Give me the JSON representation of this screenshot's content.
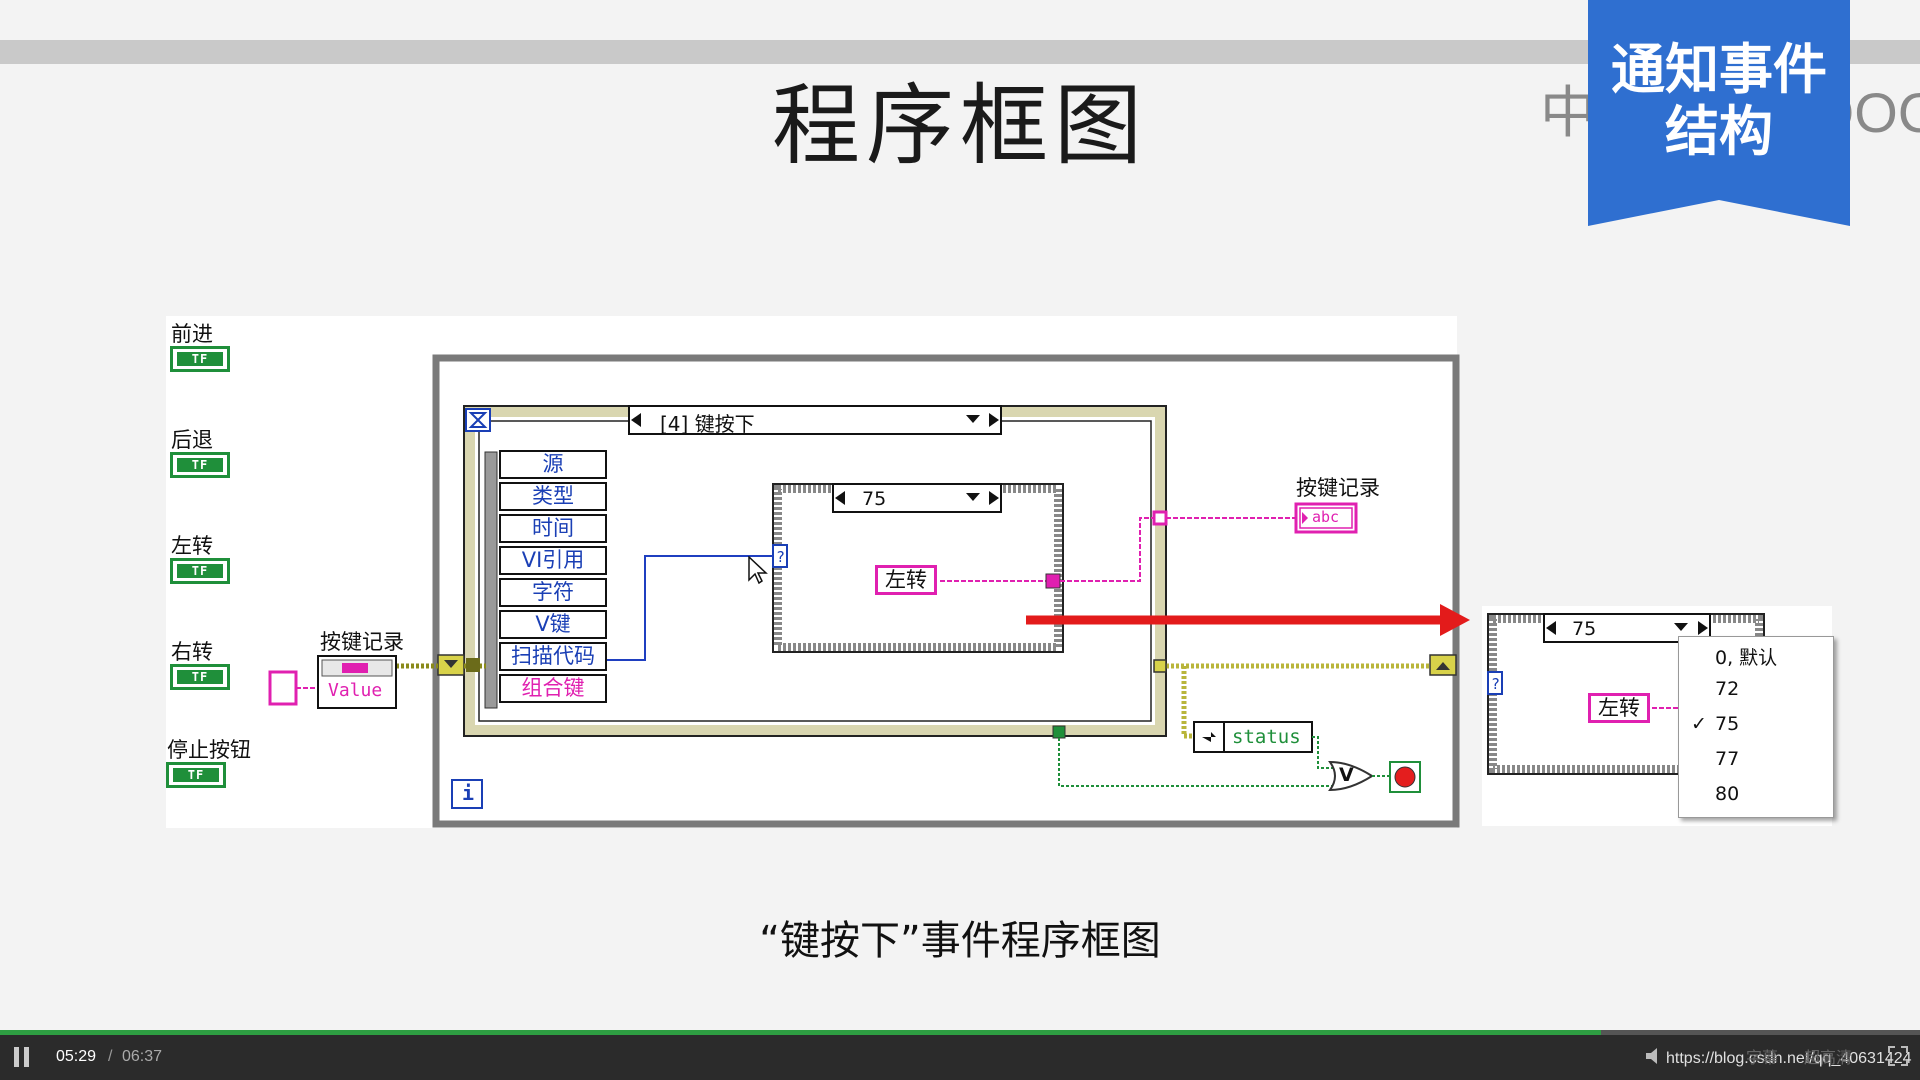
{
  "slide": {
    "title": "程序框图",
    "badge_line1": "通知事件",
    "badge_line2": "结构",
    "watermark": "中国大学MOOC",
    "caption": "“键按下”事件程序框图"
  },
  "controls": [
    {
      "label": "前进",
      "bool_text": "TF"
    },
    {
      "label": "后退",
      "bool_text": "TF"
    },
    {
      "label": "左转",
      "bool_text": "TF"
    },
    {
      "label": "右转",
      "bool_text": "TF"
    },
    {
      "label": "停止按钮",
      "bool_text": "TF"
    }
  ],
  "diagram": {
    "key_record_label": "按键记录",
    "key_record_value": "Value",
    "event_case": "[4] 键按下",
    "event_fields": [
      "源",
      "类型",
      "时间",
      "VI引用",
      "字符",
      "V键",
      "扫描代码",
      "组合键"
    ],
    "case_value": "75",
    "case_constant": "左转",
    "key_record_indicator_label": "按键记录",
    "key_record_indicator_type": "abc",
    "status_label": "status",
    "or_label": "V",
    "loop_iteration": "i"
  },
  "inset": {
    "case_value": "75",
    "case_constant": "左转",
    "menu_items": [
      "0, 默认",
      "72",
      "75",
      "77",
      "80"
    ],
    "menu_checked": "75"
  },
  "colors": {
    "badge_blue": "#2f6fd0",
    "wire_pink": "#e020b0",
    "wire_blue": "#1f3fc0",
    "bool_green": "#1f8f3a",
    "arrow_red": "#e31b1b",
    "progress_green": "#2e9e42"
  },
  "player": {
    "current_time": "05:29",
    "separator": "/",
    "total_time": "06:37",
    "progress": 0.834,
    "url_text": "https://blog.csdn.net/qq_40631424",
    "subtitle_label": "字幕",
    "quality_label": "超高清"
  }
}
